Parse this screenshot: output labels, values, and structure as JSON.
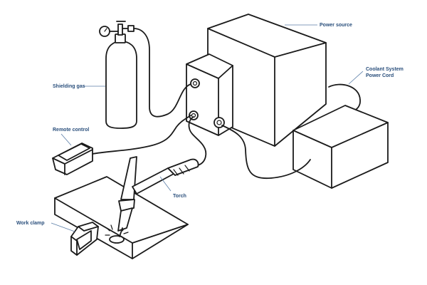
{
  "labels": {
    "power_source": "Power source",
    "coolant_line1": "Coolant System",
    "coolant_line2": "Power Cord",
    "shielding_gas": "Shielding gas",
    "remote_control": "Remote control",
    "torch": "Torch",
    "work_clamp": "Work clamp"
  },
  "colors": {
    "label_text": "#2a4f7c",
    "leader_line": "#5b7ea8",
    "line_art": "#1a1a1a",
    "background": "#ffffff"
  }
}
